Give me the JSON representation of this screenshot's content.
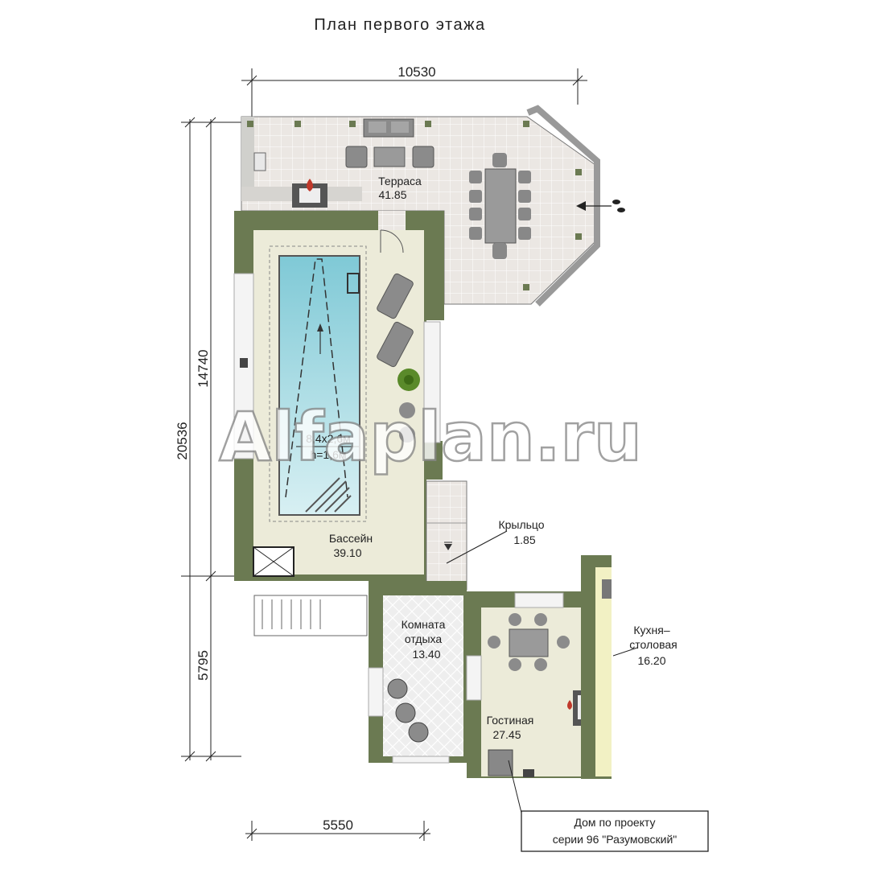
{
  "title": "План первого этажа",
  "watermark": "Alfaplan.ru",
  "dimensions": {
    "top_width": "10530",
    "bottom_width": "5550",
    "total_height": "20536",
    "upper_height": "14740",
    "lower_height": "5795"
  },
  "rooms": [
    {
      "name": "Терраса",
      "area": "41.85"
    },
    {
      "name": "Бассейн",
      "area": "39.10"
    },
    {
      "name": "Крыльцо",
      "area": "1.85"
    },
    {
      "name_line1": "Комната",
      "name_line2": "отдыха",
      "area": "13.40"
    },
    {
      "name": "Гостиная",
      "area": "27.45"
    },
    {
      "name_line1": "Кухня–",
      "name_line2": "столовая",
      "area": "16.20"
    }
  ],
  "pool": {
    "size": "8,4х2,6м",
    "depth": "h=1,6м"
  },
  "note": {
    "line1": "Дом по проекту",
    "line2": "серии 96 \"Разумовский\""
  },
  "colors": {
    "wall": "#6b7a52",
    "floor": "#ecebd9",
    "terrace": "#e7e3df",
    "water": "#a8dde6",
    "furniture": "#858585"
  }
}
